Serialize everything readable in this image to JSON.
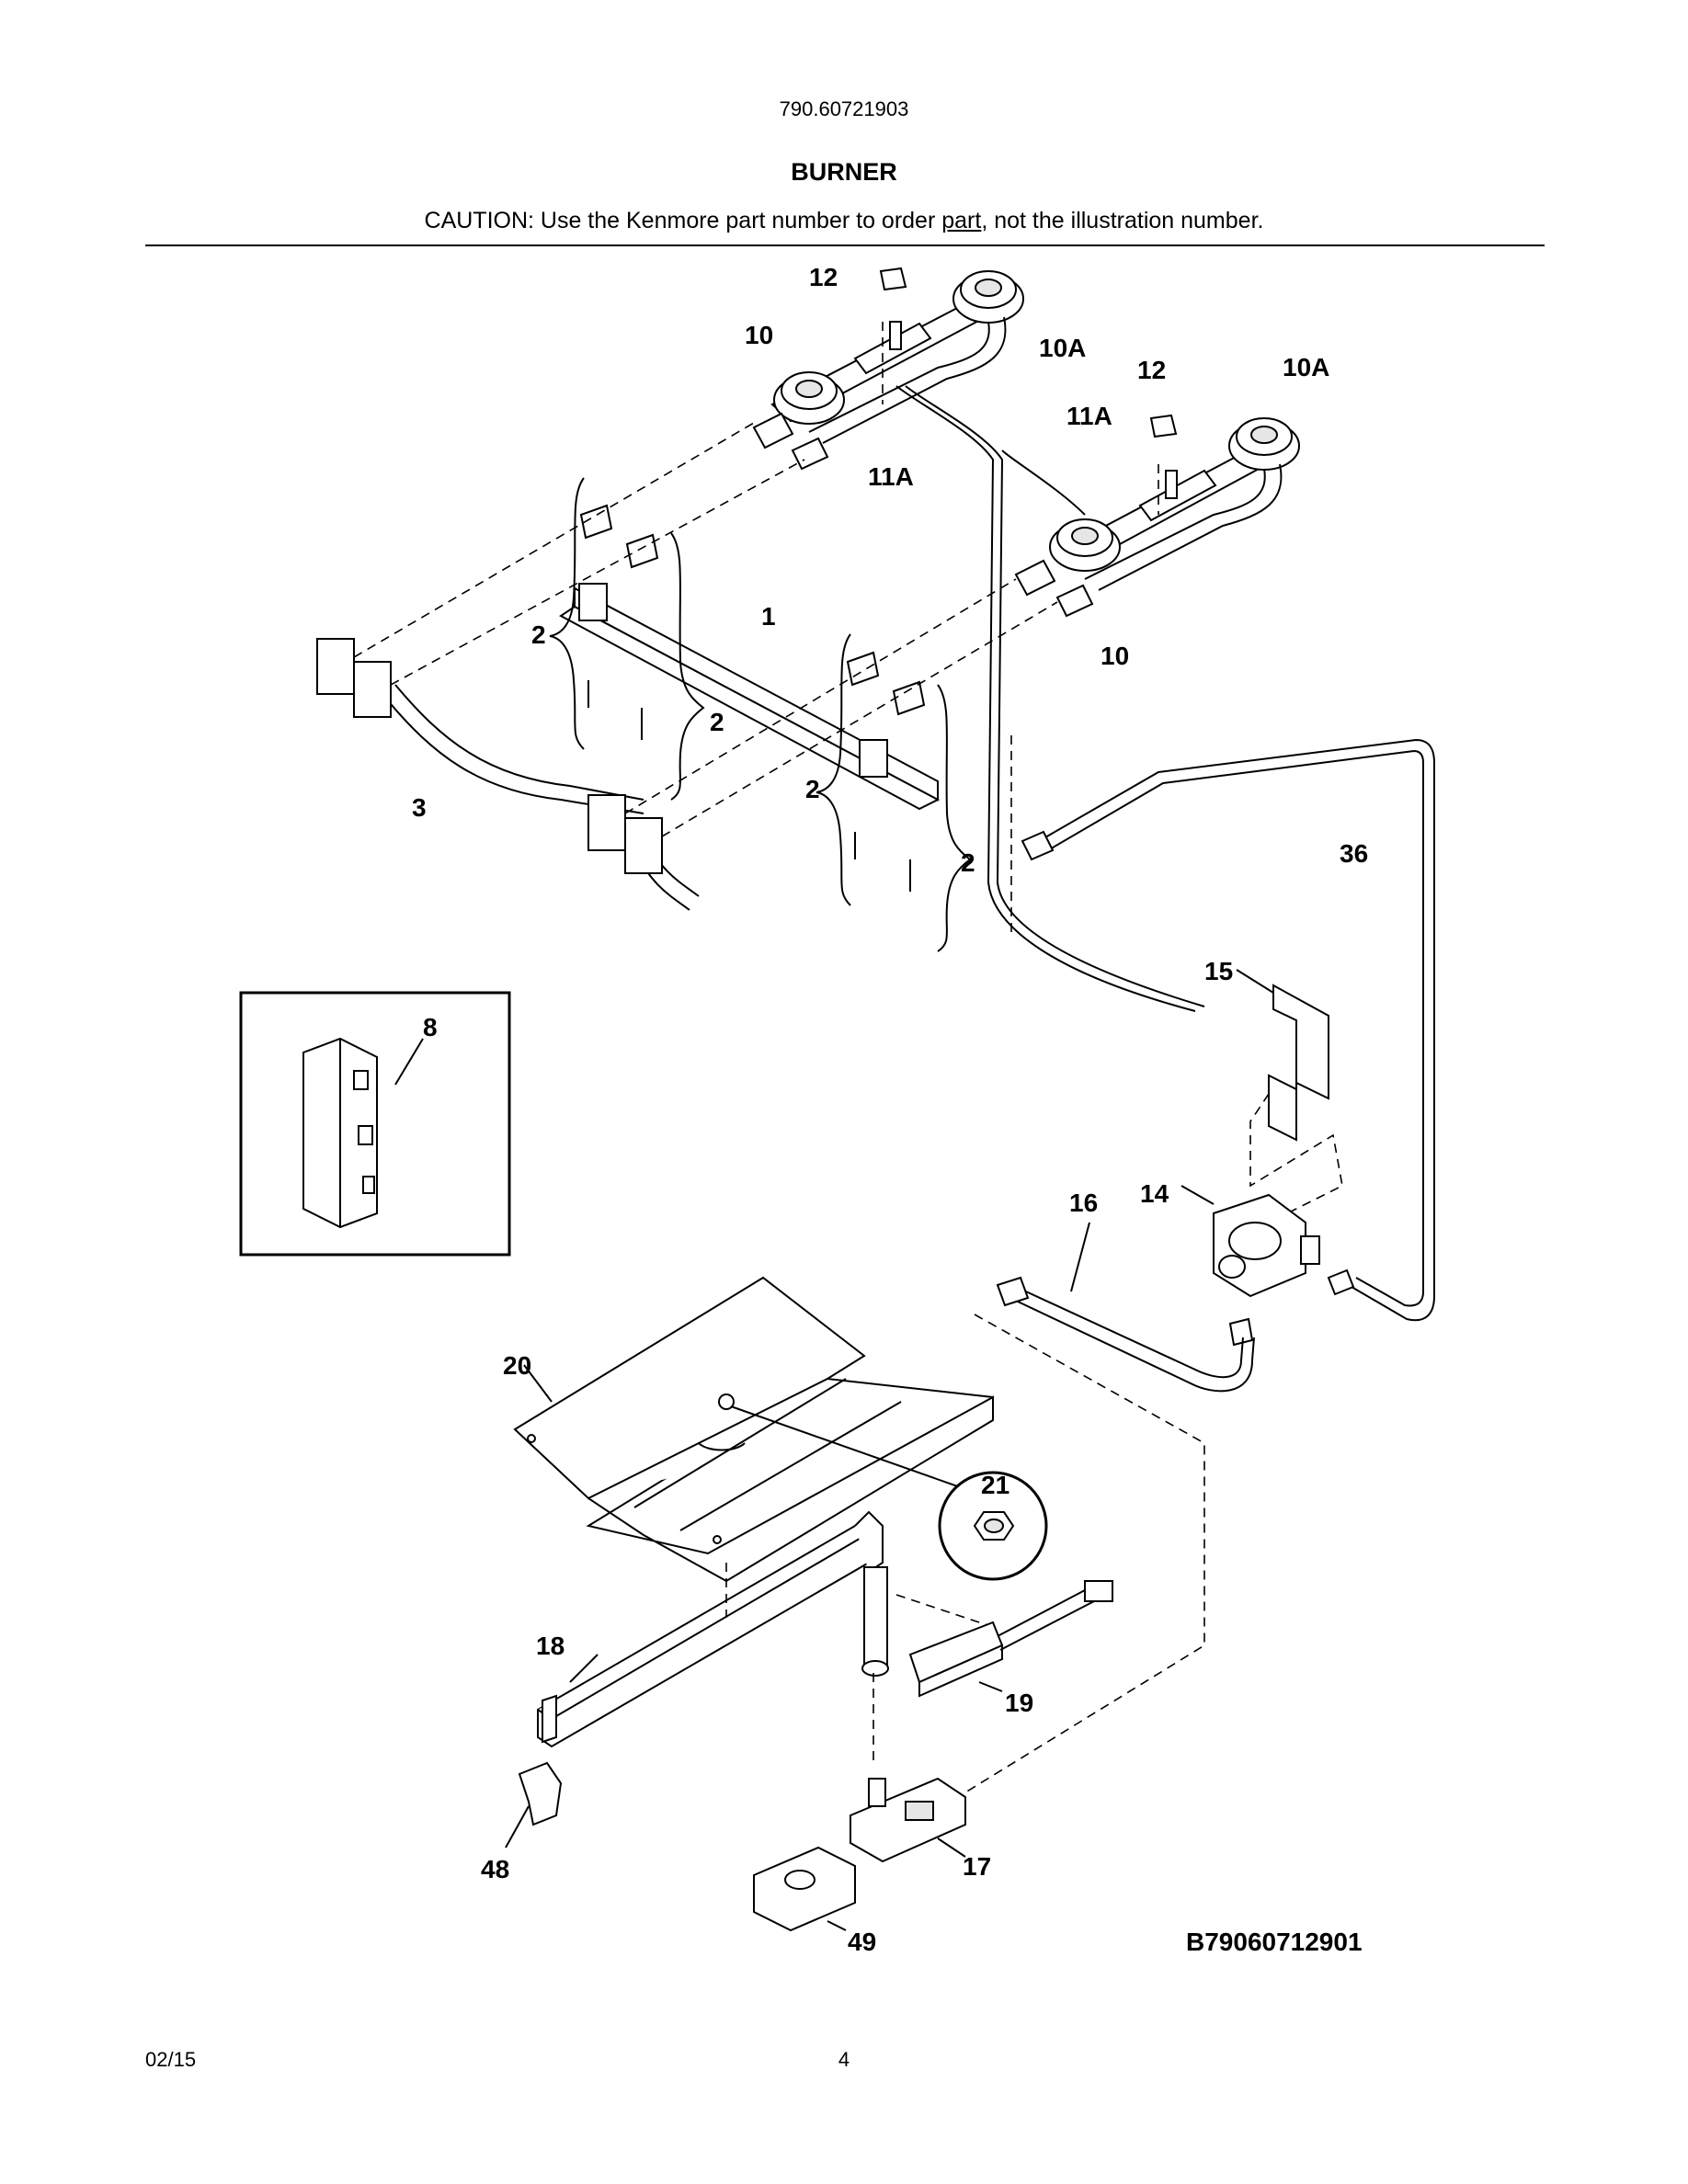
{
  "header": {
    "model_number": "790.60721903",
    "section_title": "BURNER",
    "caution_before": "CAUTION: Use the Kenmore part number to order ",
    "caution_underlined": "part",
    "caution_after": ", not the illustration number."
  },
  "callouts": [
    "12",
    "10",
    "10A",
    "12",
    "10A",
    "11A",
    "11A",
    "1",
    "2",
    "2",
    "2",
    "2",
    "10",
    "3",
    "36",
    "8",
    "15",
    "16",
    "14",
    "20",
    "21",
    "18",
    "19",
    "48",
    "17",
    "49"
  ],
  "diagram_code": "B79060712901",
  "footer": {
    "date": "02/15",
    "page_number": "4"
  }
}
